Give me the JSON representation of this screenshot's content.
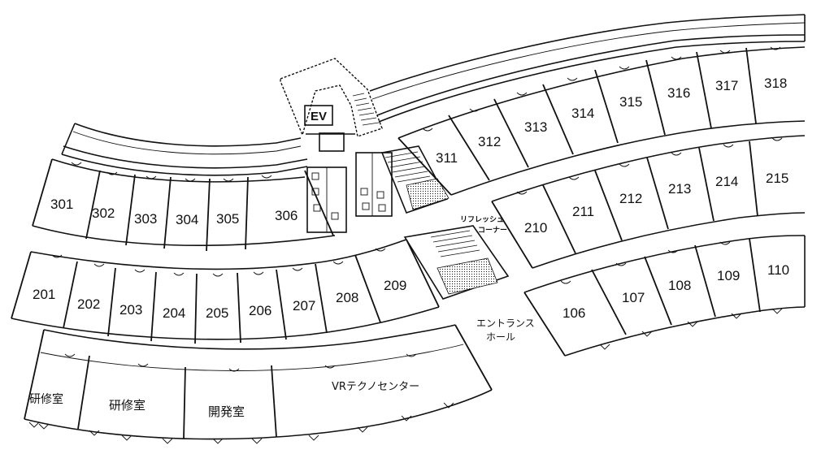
{
  "floor3_rooms": [
    "301",
    "302",
    "303",
    "304",
    "305",
    "306",
    "311",
    "312",
    "313",
    "314",
    "315",
    "316",
    "317",
    "318"
  ],
  "floor2_rooms": [
    "201",
    "202",
    "203",
    "204",
    "205",
    "206",
    "207",
    "208",
    "209",
    "210",
    "211",
    "212",
    "213",
    "214",
    "215"
  ],
  "floor1_rooms": [
    "106",
    "107",
    "108",
    "109",
    "110"
  ],
  "labels": {
    "elevator": "EV",
    "refresh_line1": "リフレッシュ",
    "refresh_line2": "コーナー",
    "entrance_line1": "エントランス",
    "entrance_line2": "ホール",
    "training_room_1": "研修室",
    "training_room_2": "研修室",
    "dev_room": "開発室",
    "vr_center": "VRテクノセンター"
  }
}
